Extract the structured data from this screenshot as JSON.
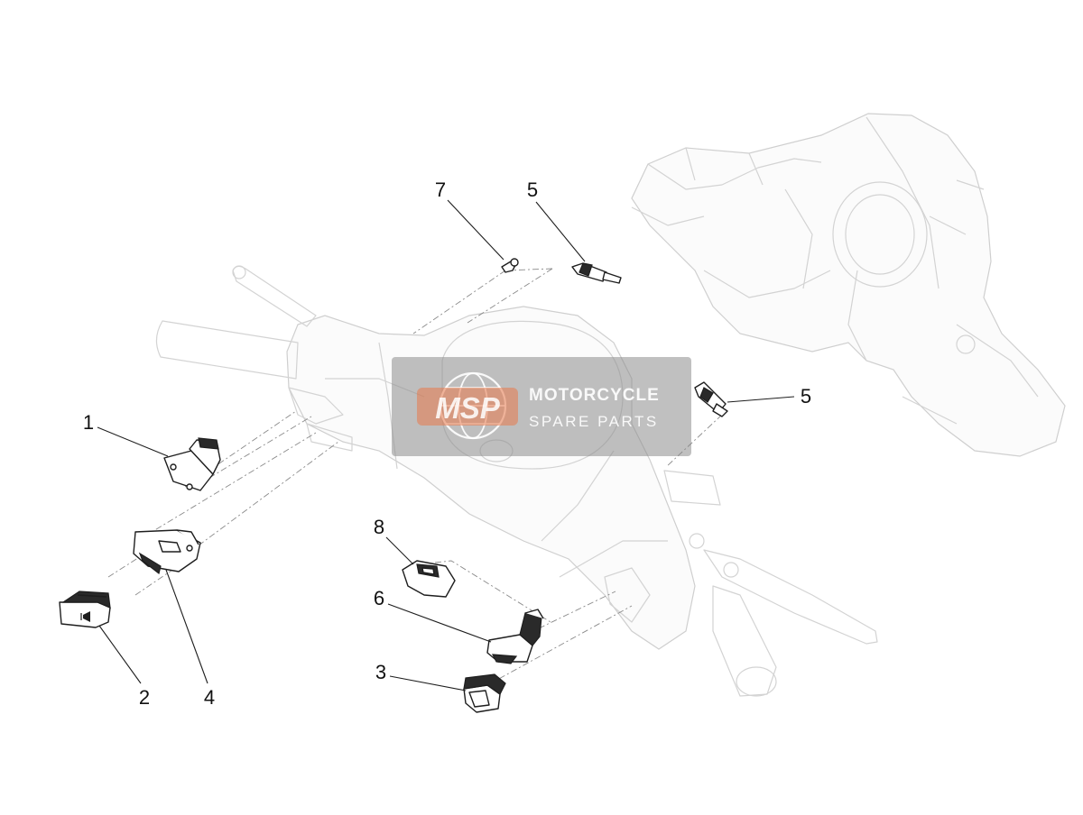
{
  "callouts": {
    "c1": "1",
    "c2": "2",
    "c3": "3",
    "c4": "4",
    "c5a": "5",
    "c5b": "5",
    "c6": "6",
    "c7": "7",
    "c8": "8"
  },
  "watermark": {
    "logo_text": "MSP",
    "line1": "MOTORCYCLE",
    "line2": "SPARE PARTS"
  },
  "colors": {
    "watermark_bg": "#8c8c8c",
    "watermark_logo": "#e8784a",
    "parts_stroke": "#1e1e1e",
    "ghost_stroke": "#d3d3d3"
  }
}
